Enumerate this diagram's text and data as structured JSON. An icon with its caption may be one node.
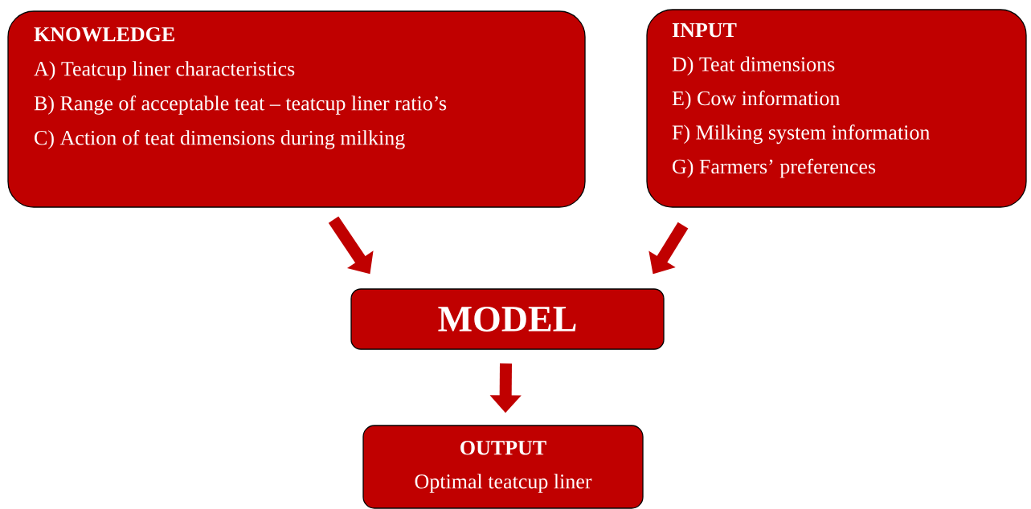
{
  "diagram": {
    "nodes": [
      {
        "text": [
          "KNOWLEDGE",
          "A) Teatcup liner characteristics",
          "B) Range of acceptable teat – teatcup liner ratio’s",
          "C) Action of teat dimensions during milking"
        ]
      },
      {
        "text": [
          "INPUT",
          "D) Teat dimensions",
          "E) Cow information",
          "F) Milking system information",
          "G) Farmers’ preferences"
        ]
      },
      {
        "text": [
          "MODEL"
        ]
      },
      {
        "text": [
          "OUTPUT",
          "Optimal teatcup liner"
        ]
      }
    ],
    "edges": [
      {
        "from": 0,
        "to": 2,
        "arrow": "to"
      },
      {
        "from": 1,
        "to": 2,
        "arrow": "to"
      },
      {
        "from": 2,
        "to": 3,
        "arrow": "to"
      }
    ]
  }
}
